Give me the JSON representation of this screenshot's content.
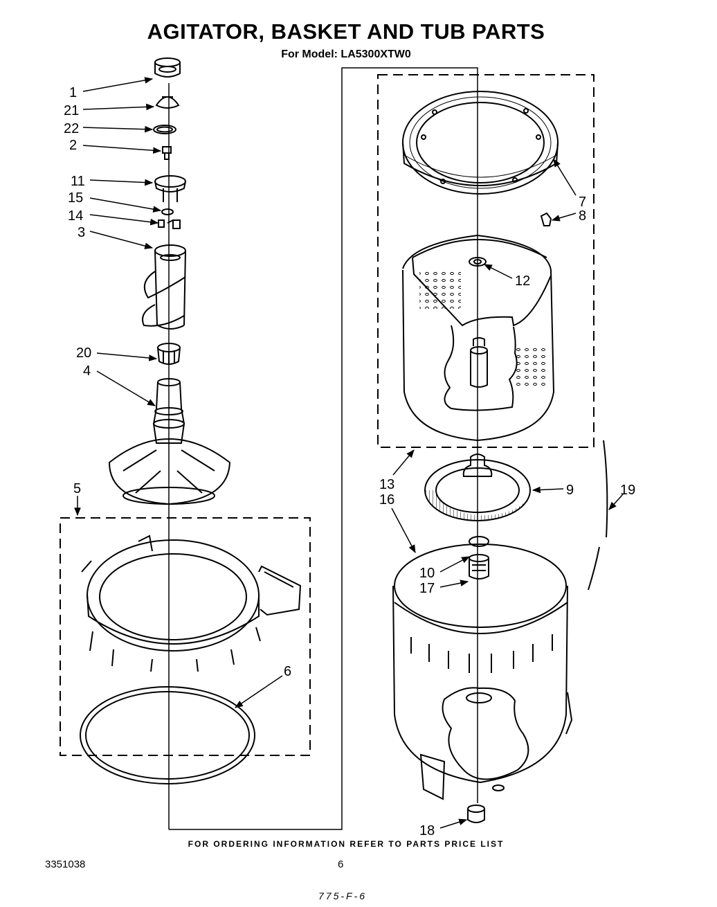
{
  "title": "AGITATOR, BASKET AND TUB PARTS",
  "subtitle": "For Model: LA5300XTW0",
  "footer_note": "FOR ORDERING INFORMATION REFER TO PARTS PRICE LIST",
  "doc_number": "3351038",
  "page_number": "6",
  "handwritten_note": "775-F-6",
  "callouts": {
    "c1": "1",
    "c21": "21",
    "c22": "22",
    "c2": "2",
    "c11": "11",
    "c15": "15",
    "c14": "14",
    "c3": "3",
    "c20": "20",
    "c4": "4",
    "c5": "5",
    "c6": "6",
    "c7": "7",
    "c8": "8",
    "c12": "12",
    "c13": "13",
    "c16": "16",
    "c9": "9",
    "c19": "19",
    "c10": "10",
    "c17": "17",
    "c18": "18"
  }
}
